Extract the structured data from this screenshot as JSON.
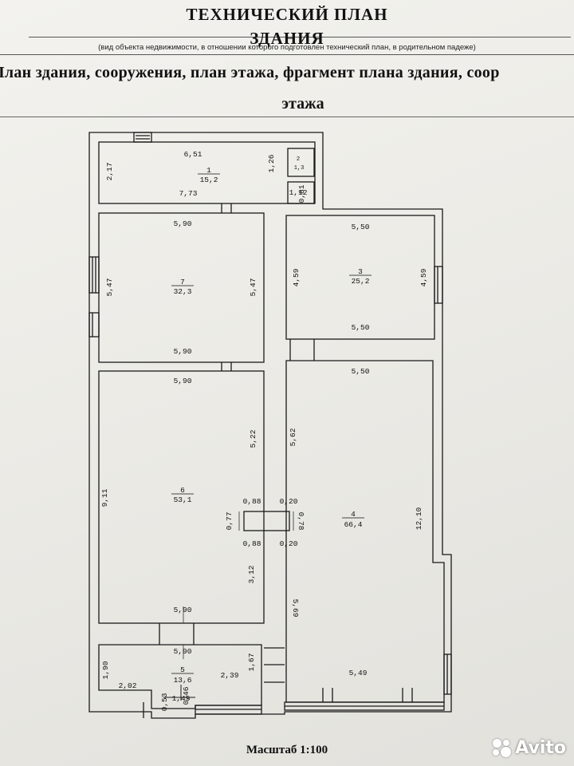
{
  "header": {
    "title_line1": "ТЕХНИЧЕСКИЙ ПЛАН",
    "title_line2": "ЗДАНИЯ",
    "subnote": "(вид объекта недвижимости, в отношении которого подготовлен технический план, в родительном падеже)",
    "heading": "План здания, сооружения, план этажа, фрагмент плана здания, соор",
    "heading_line2": "этажа"
  },
  "rooms": [
    {
      "number": "1",
      "area": "15,2"
    },
    {
      "number": "2",
      "area": "1,3"
    },
    {
      "number": "3",
      "area": "25,2"
    },
    {
      "number": "4",
      "area": "66,4"
    },
    {
      "number": "5",
      "area": "13,6"
    },
    {
      "number": "6",
      "area": "53,1"
    },
    {
      "number": "7",
      "area": "32,3"
    }
  ],
  "dimensions": {
    "r1_top": "6,51",
    "r1_left": "2,17",
    "r1_bottom": "7,73",
    "r1_right": "1,26",
    "r2_bottom": "1,12",
    "r2_right": "0,81",
    "r7_top": "5,90",
    "r7_left": "5,47",
    "r7_right": "5,47",
    "r7_bottom": "5,90",
    "r3_top": "5,50",
    "r3_left": "4,59",
    "r3_right": "4,59",
    "r3_bottom": "5,50",
    "r6_top": "5,90",
    "r6_left": "9,11",
    "r6_right_upper": "5,22",
    "r6_right_lower": "3,12",
    "r6_bottom": "5,90",
    "col_w_top": "0,88",
    "col_w_bottom": "0,88",
    "col_h_left": "0,77",
    "col_h_right": "0,78",
    "col_gap_top": "0,20",
    "col_gap_bottom": "0,20",
    "r4_top": "5,50",
    "r4_left_upper": "5,62",
    "r4_left_lower": "5,69",
    "r4_right": "12,10",
    "r4_bottom": "5,49",
    "r5_top": "5,90",
    "r5_left": "1,90",
    "r5_left_bottom": "2,02",
    "r5_right_bottom": "2,39",
    "r5_right": "1,67",
    "r5_small_a": "0,53",
    "r5_small_b": "1,45",
    "r5_small_c": "0,46"
  },
  "footer": {
    "scale": "Масштаб 1:100",
    "watermark": "Avito"
  }
}
